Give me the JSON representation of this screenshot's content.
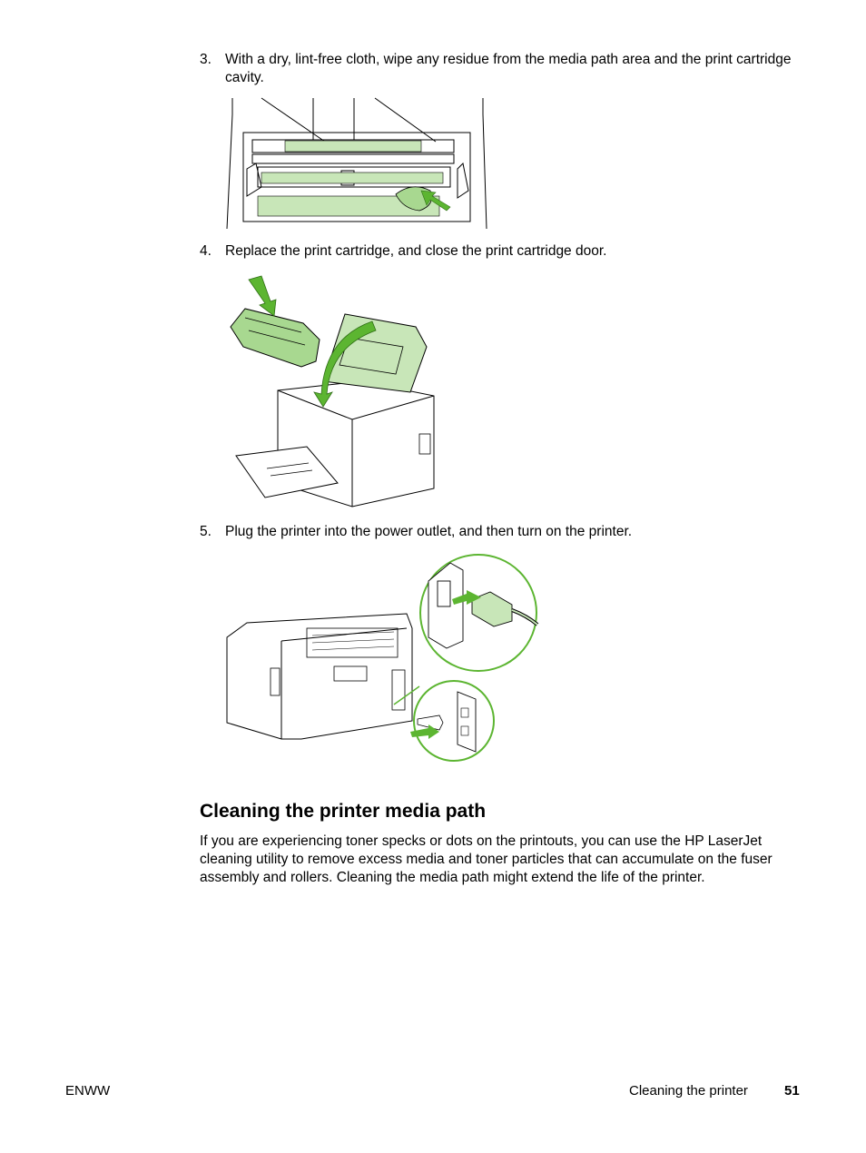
{
  "steps": [
    {
      "number": "3.",
      "text": "With a dry, lint-free cloth, wipe any residue from the media path area and the print cartridge cavity."
    },
    {
      "number": "4.",
      "text": "Replace the print cartridge, and close the print cartridge door."
    },
    {
      "number": "5.",
      "text": "Plug the printer into the power outlet, and then turn on the printer."
    }
  ],
  "section": {
    "heading": "Cleaning the printer media path",
    "body": "If you are experiencing toner specks or dots on the printouts, you can use the HP LaserJet cleaning utility to remove excess media and toner particles that can accumulate on the fuser assembly and rollers. Cleaning the media path might extend the life of the printer."
  },
  "footer": {
    "left": "ENWW",
    "section_title": "Cleaning the printer",
    "page_number": "51"
  },
  "colors": {
    "accent_green": "#5cb531",
    "light_green": "#c8e6b8",
    "line": "#000000"
  }
}
